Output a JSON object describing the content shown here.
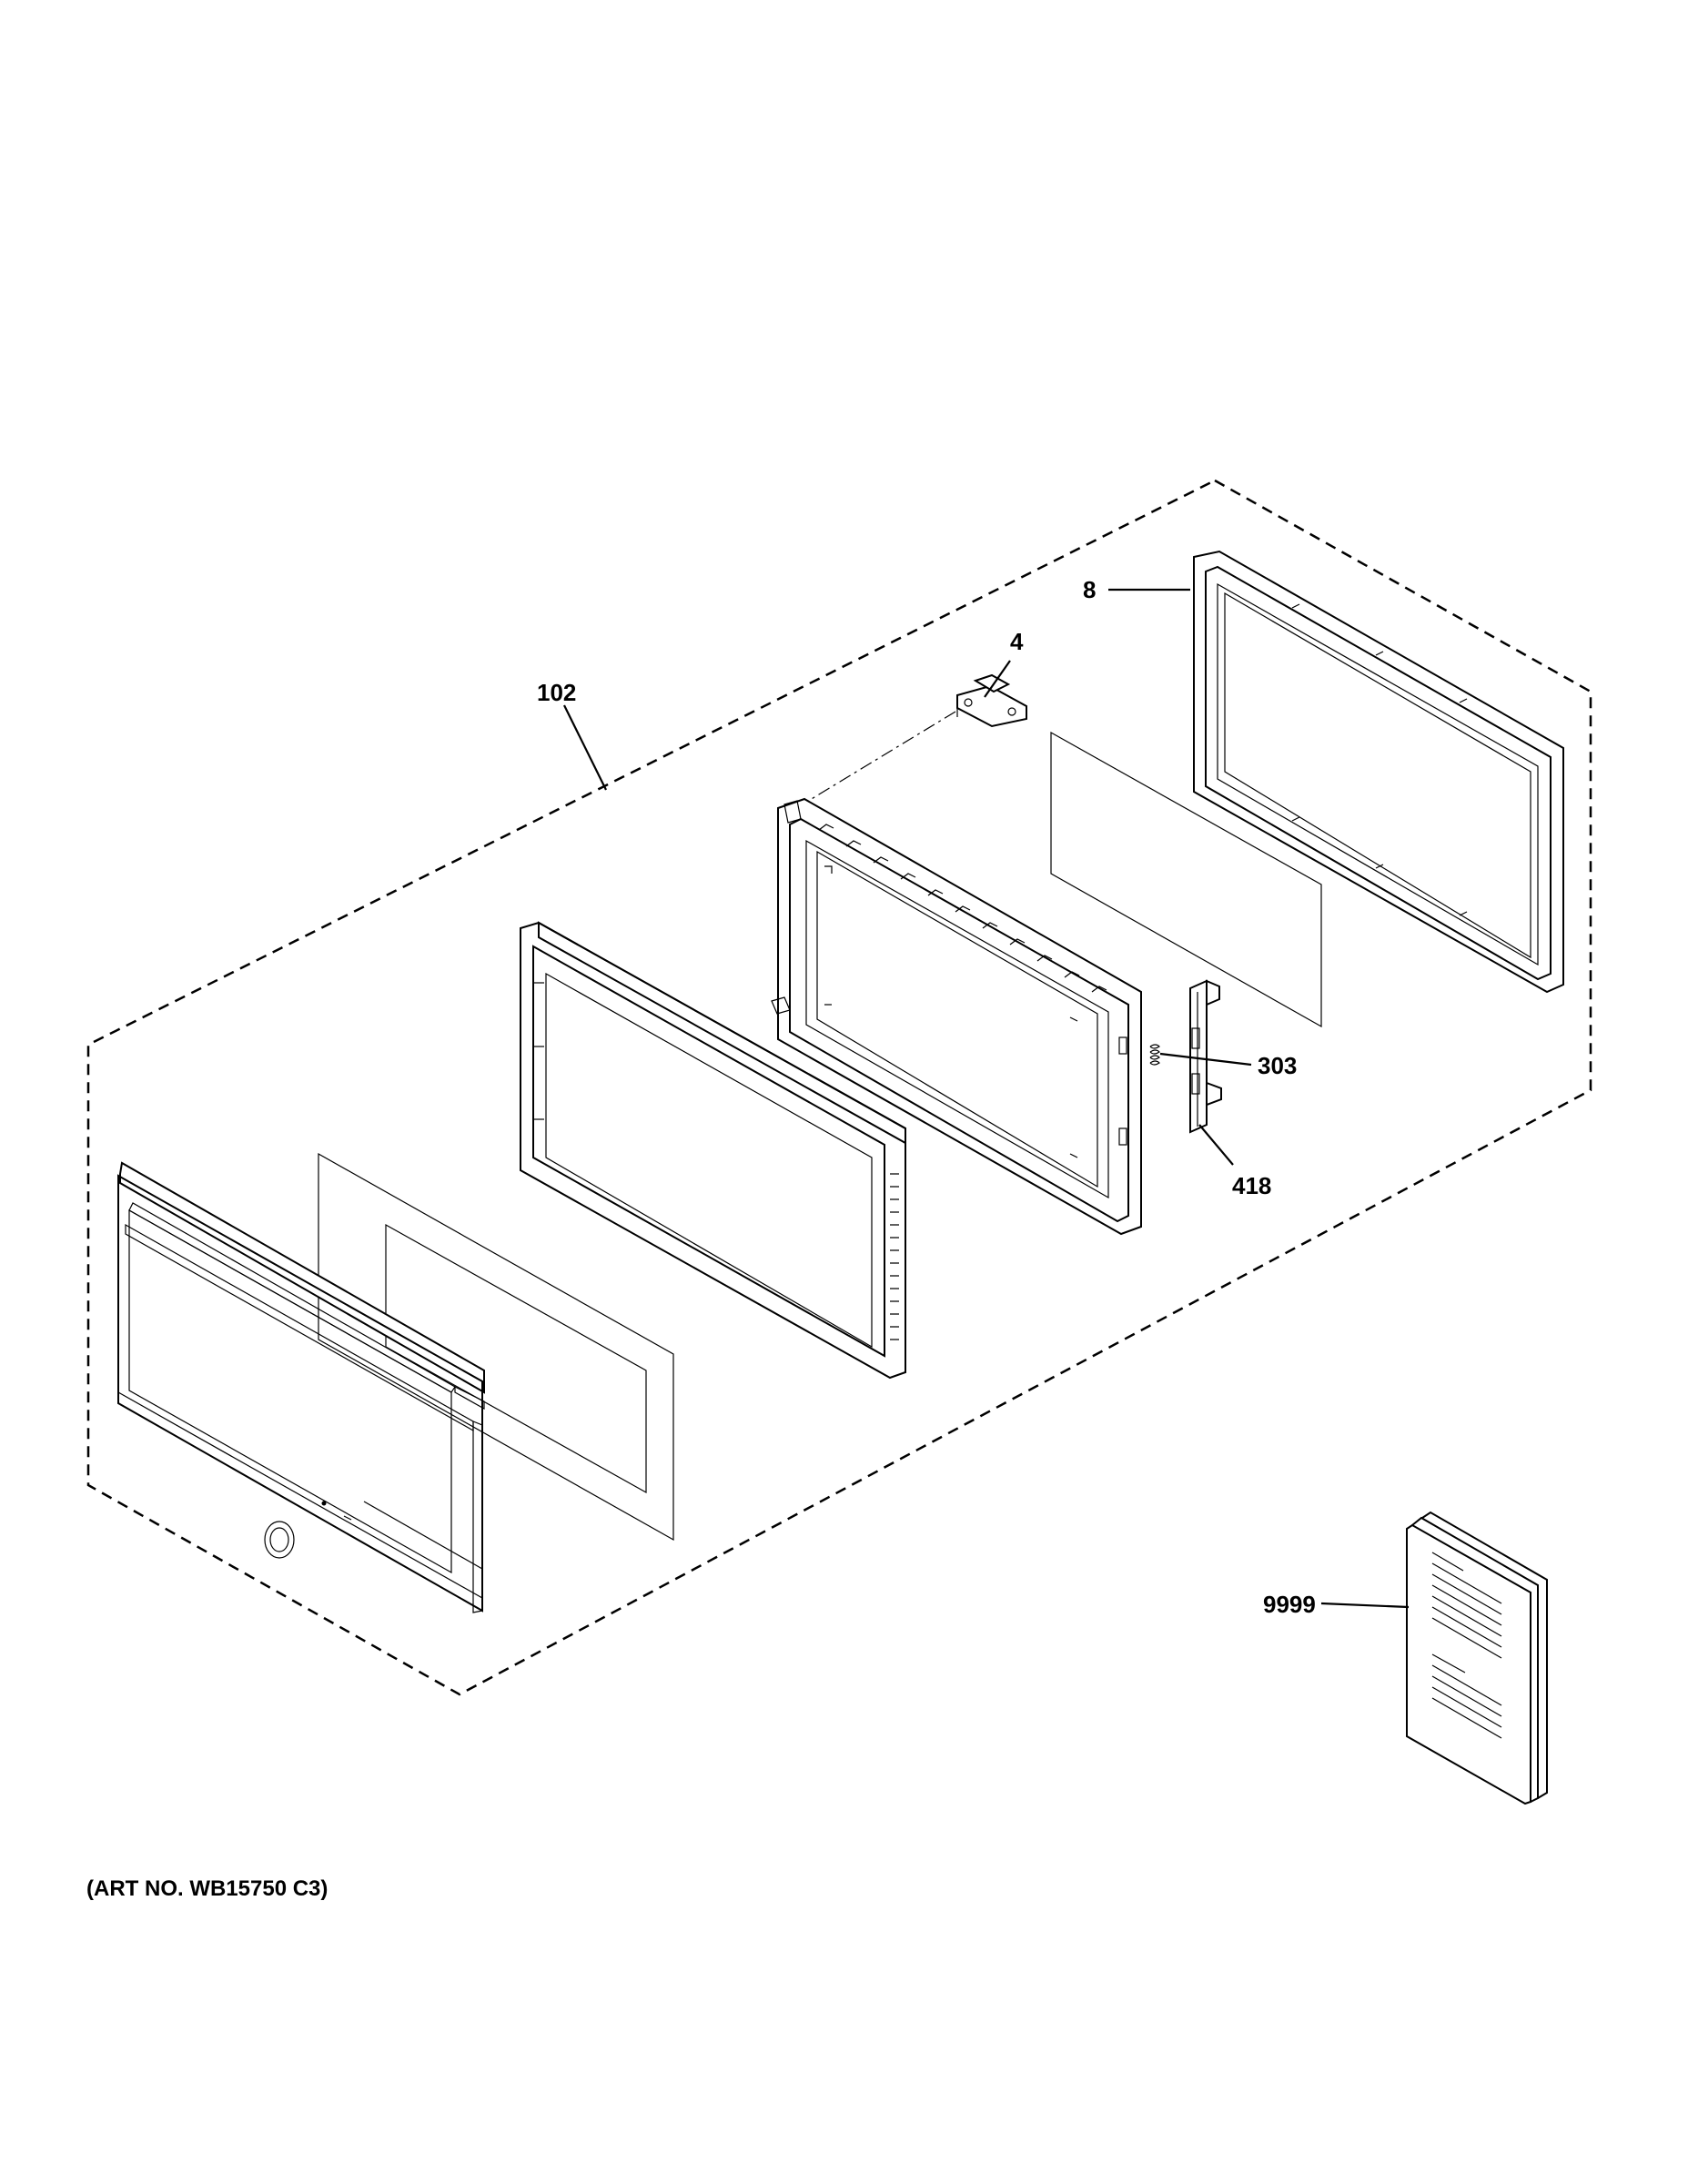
{
  "callouts": {
    "p102": "102",
    "p4": "4",
    "p8": "8",
    "p303": "303",
    "p418": "418",
    "p9999": "9999"
  },
  "art_number": "(ART NO. WB15750 C3)"
}
